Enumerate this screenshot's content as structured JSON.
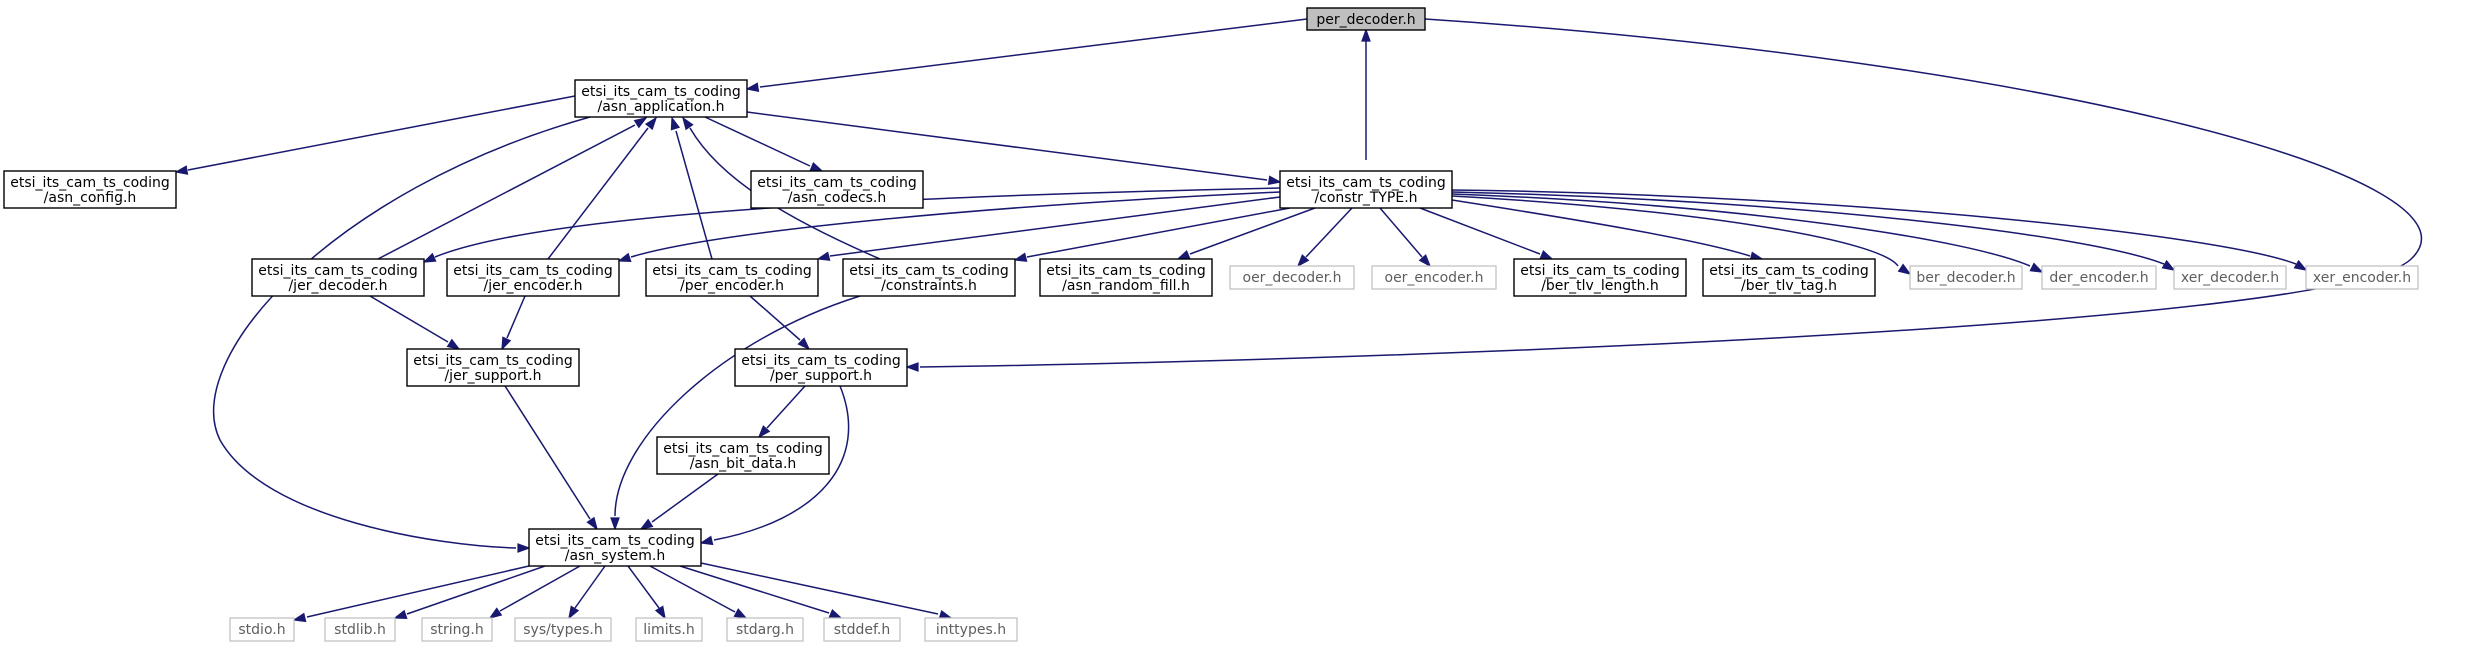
{
  "colors": {
    "edge": "#191970",
    "box_border": "#000000",
    "external_border": "#bfbfbf",
    "root_fill": "#bfbfbf",
    "external_text": "#5e5e5e"
  },
  "nodes": {
    "per_decoder": {
      "lines": [
        "per_decoder.h"
      ]
    },
    "asn_application": {
      "lines": [
        "etsi_its_cam_ts_coding",
        "/asn_application.h"
      ]
    },
    "asn_config": {
      "lines": [
        "etsi_its_cam_ts_coding",
        "/asn_config.h"
      ]
    },
    "asn_codecs": {
      "lines": [
        "etsi_its_cam_ts_coding",
        "/asn_codecs.h"
      ]
    },
    "constr_TYPE": {
      "lines": [
        "etsi_its_cam_ts_coding",
        "/constr_TYPE.h"
      ]
    },
    "jer_decoder": {
      "lines": [
        "etsi_its_cam_ts_coding",
        "/jer_decoder.h"
      ]
    },
    "jer_encoder": {
      "lines": [
        "etsi_its_cam_ts_coding",
        "/jer_encoder.h"
      ]
    },
    "per_encoder": {
      "lines": [
        "etsi_its_cam_ts_coding",
        "/per_encoder.h"
      ]
    },
    "constraints": {
      "lines": [
        "etsi_its_cam_ts_coding",
        "/constraints.h"
      ]
    },
    "asn_random_fill": {
      "lines": [
        "etsi_its_cam_ts_coding",
        "/asn_random_fill.h"
      ]
    },
    "oer_decoder": {
      "lines": [
        "oer_decoder.h"
      ]
    },
    "oer_encoder": {
      "lines": [
        "oer_encoder.h"
      ]
    },
    "ber_tlv_length": {
      "lines": [
        "etsi_its_cam_ts_coding",
        "/ber_tlv_length.h"
      ]
    },
    "ber_tlv_tag": {
      "lines": [
        "etsi_its_cam_ts_coding",
        "/ber_tlv_tag.h"
      ]
    },
    "ber_decoder": {
      "lines": [
        "ber_decoder.h"
      ]
    },
    "der_encoder": {
      "lines": [
        "der_encoder.h"
      ]
    },
    "xer_decoder": {
      "lines": [
        "xer_decoder.h"
      ]
    },
    "xer_encoder": {
      "lines": [
        "xer_encoder.h"
      ]
    },
    "jer_support": {
      "lines": [
        "etsi_its_cam_ts_coding",
        "/jer_support.h"
      ]
    },
    "per_support": {
      "lines": [
        "etsi_its_cam_ts_coding",
        "/per_support.h"
      ]
    },
    "asn_bit_data": {
      "lines": [
        "etsi_its_cam_ts_coding",
        "/asn_bit_data.h"
      ]
    },
    "asn_system": {
      "lines": [
        "etsi_its_cam_ts_coding",
        "/asn_system.h"
      ]
    },
    "stdio": {
      "lines": [
        "stdio.h"
      ]
    },
    "stdlib": {
      "lines": [
        "stdlib.h"
      ]
    },
    "string": {
      "lines": [
        "string.h"
      ]
    },
    "sys_types": {
      "lines": [
        "sys/types.h"
      ]
    },
    "limits": {
      "lines": [
        "limits.h"
      ]
    },
    "stdarg": {
      "lines": [
        "stdarg.h"
      ]
    },
    "stddef": {
      "lines": [
        "stddef.h"
      ]
    },
    "inttypes": {
      "lines": [
        "inttypes.h"
      ]
    }
  }
}
